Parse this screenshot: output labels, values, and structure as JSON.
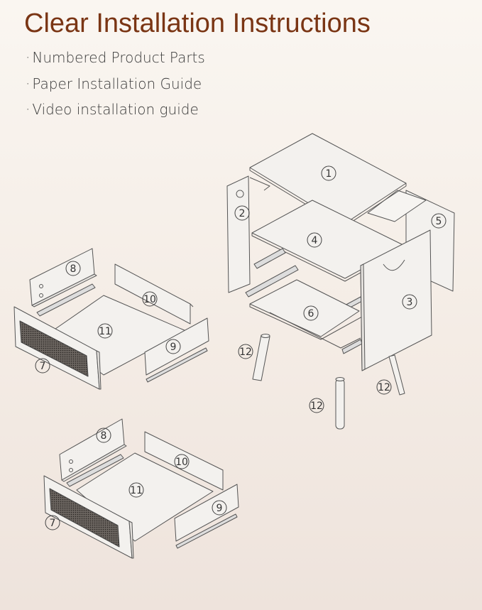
{
  "title": "Clear Installation Instructions",
  "features": [
    {
      "bullet": "·",
      "text": "Numbered Product Parts"
    },
    {
      "bullet": "·",
      "text": "Paper Installation Guide"
    },
    {
      "bullet": "·",
      "text": "Video installation guide"
    }
  ],
  "parts": {
    "p1": "1",
    "p2": "2",
    "p3": "3",
    "p4": "4",
    "p5": "5",
    "p6": "6",
    "p7a": "7",
    "p8a": "8",
    "p9a": "9",
    "p10a": "10",
    "p11a": "11",
    "p12a": "12",
    "p12b": "12",
    "p12c": "12",
    "p7b": "7",
    "p8b": "8",
    "p9b": "9",
    "p10b": "10",
    "p11b": "11"
  },
  "colors": {
    "title": "#7a3514",
    "line": "#555555",
    "panel": "#f2f0ed",
    "mesh": "#3c3835"
  }
}
